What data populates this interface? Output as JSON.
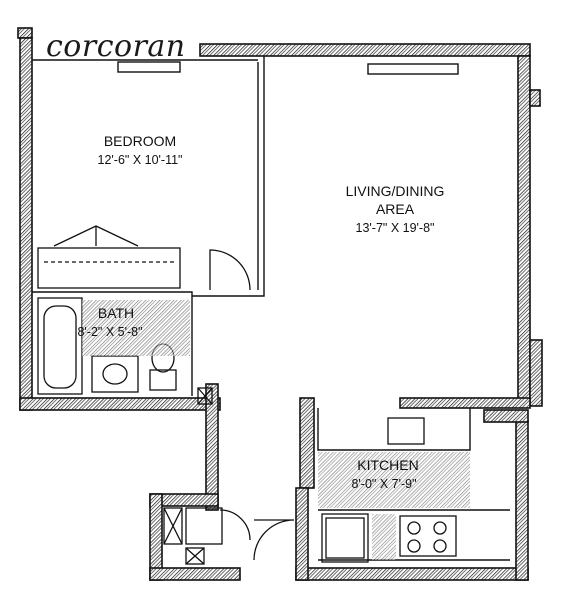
{
  "logo": "corcoran",
  "rooms": {
    "bedroom": {
      "name": "BEDROOM",
      "dimensions": "12'-6\" X 10'-11\""
    },
    "living": {
      "name_line1": "LIVING/DINING",
      "name_line2": "AREA",
      "dimensions": "13'-7\" X 19'-8\""
    },
    "bath": {
      "name": "BATH",
      "dimensions": "8'-2\" X 5'-8\""
    },
    "kitchen": {
      "name": "KITCHEN",
      "dimensions": "8'-0\" X 7'-9\""
    }
  },
  "colors": {
    "ink": "#111111",
    "background": "#ffffff"
  }
}
